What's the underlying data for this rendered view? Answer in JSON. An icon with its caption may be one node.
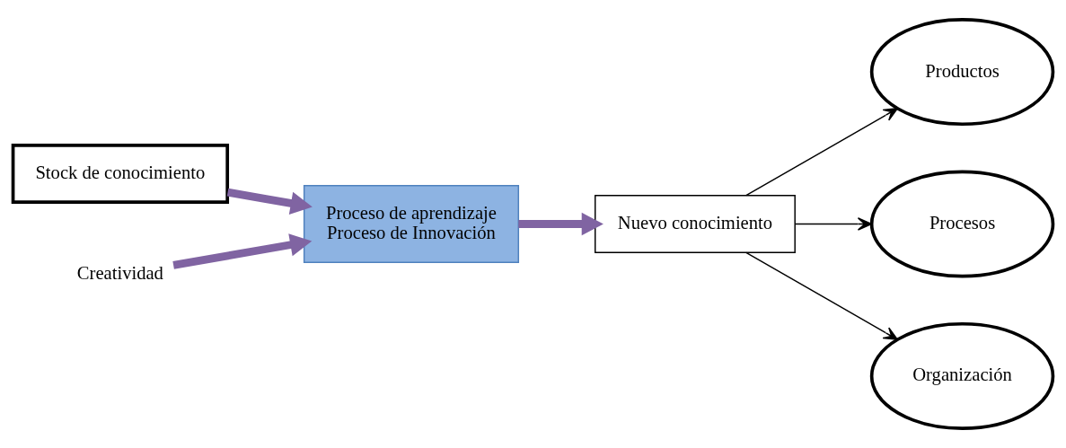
{
  "diagram": {
    "nodes": [
      {
        "text": [
          "Stock de conocimiento"
        ]
      },
      {
        "text": [
          "Proceso de aprendizaje",
          "Proceso de Innovación"
        ]
      },
      {
        "text": [
          "Nuevo conocimiento"
        ]
      },
      {
        "text": [
          "Productos"
        ]
      },
      {
        "text": [
          "Procesos"
        ]
      },
      {
        "text": [
          "Organización"
        ]
      },
      {
        "text": [
          "Creatividad"
        ]
      }
    ],
    "edges": [
      {
        "from": 0,
        "to": 1,
        "arrow": "to",
        "style": "thick",
        "color": "#8064a2"
      },
      {
        "from": 1,
        "to": 2,
        "arrow": "to",
        "style": "thick",
        "color": "#8064a2"
      },
      {
        "from": 6,
        "to": 1,
        "arrow": "to",
        "style": "thick",
        "color": "#8064a2"
      },
      {
        "from": 2,
        "to": 3,
        "arrow": "to",
        "color": "#000000"
      },
      {
        "from": 2,
        "to": 4,
        "arrow": "to",
        "color": "#000000"
      },
      {
        "from": 2,
        "to": 5,
        "arrow": "to",
        "color": "#000000"
      }
    ]
  }
}
